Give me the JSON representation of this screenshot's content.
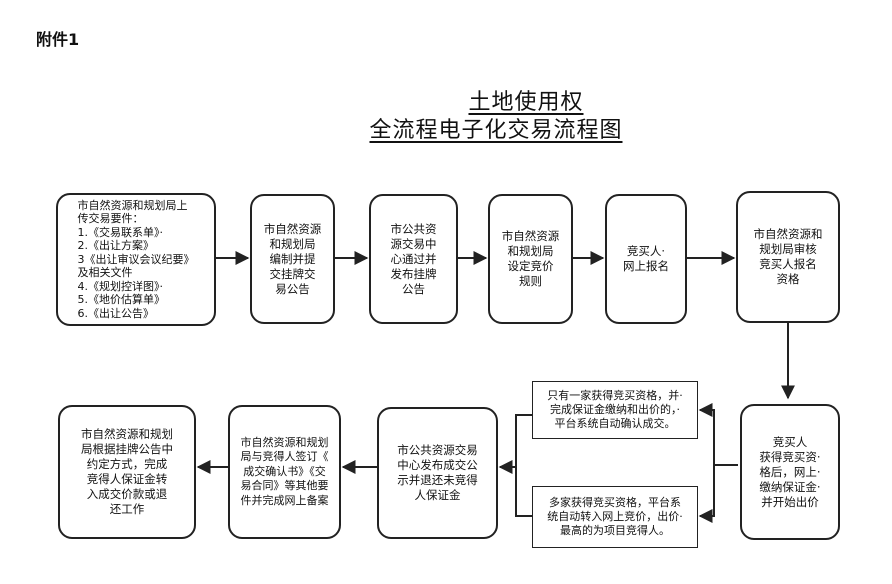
{
  "header": {
    "attachment": "附件1",
    "title_line1": "土地使用权",
    "title_line2": "全流程电子化交易流程图"
  },
  "steps": {
    "s1": "市自然资源和规划局上\n传交易要件：\n1.《交易联系单》·\n2.《出让方案》\n3《出让审议会议纪要》\n及相关文件\n4.《规划控详图》·\n5.《地价估算单》\n6.《出让公告》",
    "s2": "市自然资源\n和规划局\n编制并提\n交挂牌交\n易公告",
    "s3": "市公共资\n源交易中\n心通过并\n发布挂牌\n公告",
    "s4": "市自然资源\n和规划局\n设定竞价\n规则",
    "s5": "竞买人·\n网上报名",
    "s6": "市自然资源和\n规划局审核\n竞买人报名\n资格",
    "s7": "竞买人\n获得竞买资·\n格后，网上·\n缴纳保证金·\n并开始出价",
    "s8a": "只有一家获得竞买资格，并·\n完成保证金缴纳和出价的，·\n平台系统自动确认成交。",
    "s8b": "多家获得竞买资格，平台系\n统自动转入网上竞价，出价·\n最高的为项目竞得人。",
    "s9": "市公共资源交易\n中心发布成交公\n示并退还未竞得\n人保证金",
    "s10": "市自然资源和规划\n局与竞得人签订《\n成交确认书》《交\n易合同》等其他要\n件并完成网上备案",
    "s11": "市自然资源和规划\n局根据挂牌公告中\n约定方式，完成\n竞得人保证金转\n入成交价款或退\n还工作"
  }
}
